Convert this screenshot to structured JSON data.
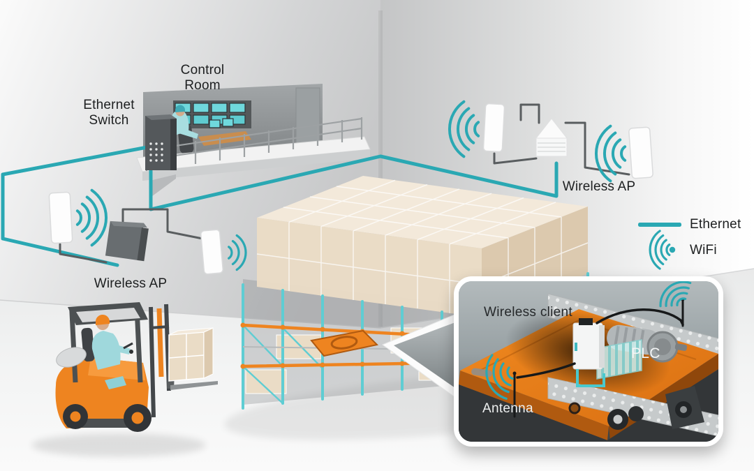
{
  "title": "Warehouse wireless network illustration",
  "labels": {
    "control_room_line1": "Control",
    "control_room_line2": "Room",
    "ethernet_switch_line1": "Ethernet",
    "ethernet_switch_line2": "Switch",
    "wireless_ap_left": "Wireless AP",
    "wireless_ap_right": "Wireless AP"
  },
  "legend": {
    "ethernet_label": "Ethernet",
    "wifi_label": "WiFi"
  },
  "inset": {
    "wireless_client_label": "Wireless client",
    "plc_label": "PLC",
    "antenna_label": "Antenna"
  },
  "colors": {
    "teal": "#2aa8b3",
    "rack-teal": "#5fcdd3",
    "orange": "#ee8420",
    "orange-dark": "#b05a10",
    "cable-gray": "#595d5f",
    "text-dark": "#1d1f20",
    "box-top": "#f3e9da",
    "box-left": "#eadcc6",
    "box-right": "#dcc9ae",
    "wall": "#d8d9da",
    "floor": "#f2f3f3",
    "inset-bg": "#9ba4a7"
  }
}
